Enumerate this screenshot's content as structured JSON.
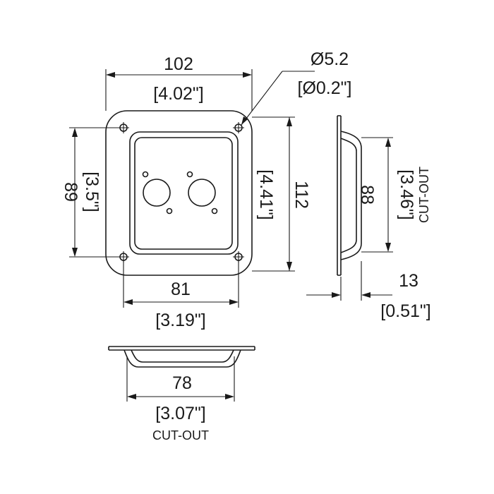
{
  "front_view": {
    "width_outer": {
      "mm": "102",
      "inch": "[4.02\"]"
    },
    "hole_diameter": {
      "mm": "Ø5.2",
      "inch": "[Ø0.2\"]"
    },
    "height_hole_spacing": {
      "mm": "89",
      "inch": "[3.5\"]"
    },
    "height_outer": {
      "mm": "112",
      "inch": "[4.41\"]"
    },
    "width_hole_spacing": {
      "mm": "81",
      "inch": "[3.19\"]"
    }
  },
  "side_view": {
    "cutout_height": {
      "mm": "88",
      "inch": "[3.46\"]",
      "note": "CUT-OUT"
    },
    "depth": {
      "mm": "13",
      "inch": "[0.51\"]"
    }
  },
  "bottom_view": {
    "cutout_width": {
      "mm": "78",
      "inch": "[3.07\"]",
      "note": "CUT-OUT"
    }
  }
}
